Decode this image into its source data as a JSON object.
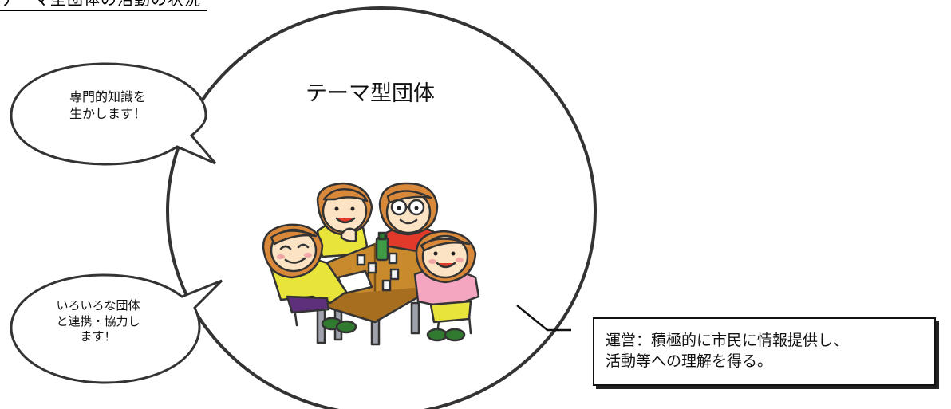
{
  "heading": "テーマ型団体の活動の状況",
  "circle": {
    "title": "テーマ型団体"
  },
  "bubble_top": {
    "lines": [
      "専門的知識を",
      "生かします！"
    ]
  },
  "bubble_bottom": {
    "lines": [
      "いろいろな団体",
      "と連携・協力し",
      "ます！"
    ]
  },
  "operation_box": {
    "lines": [
      "運営：積極的に市民に情報提供し、",
      "活動等への理解を得る。"
    ]
  },
  "illustration": {
    "icon": "people-meeting-at-table-icon"
  },
  "colors": {
    "outline": "#333333",
    "table": "#c98a2e",
    "shirt_yellow": "#e8e43a",
    "shirt_red": "#e23a2a",
    "shirt_pink": "#f4a6c0",
    "hair": "#d9883a",
    "skin": "#fbe3c4"
  }
}
